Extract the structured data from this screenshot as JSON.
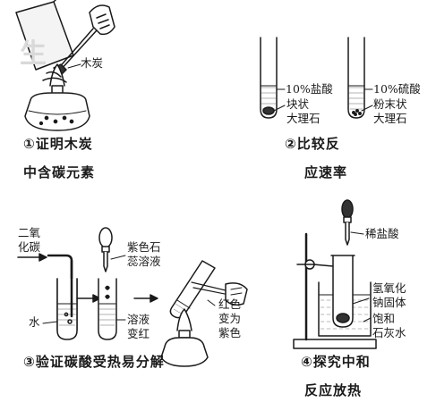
{
  "panels": [
    {
      "caption_line1": "①证明木炭",
      "caption_line2": "中含碳元素",
      "labels": {
        "charcoal": "木炭"
      }
    },
    {
      "caption_line1": "②比较反",
      "caption_line2": "应速率",
      "labels": {
        "acid_left": "10%盐酸",
        "solid_left_1": "块状",
        "solid_left_2": "大理石",
        "acid_right": "10%硫酸",
        "solid_right_1": "粉末状",
        "solid_right_2": "大理石"
      }
    },
    {
      "caption_line1": "③验证碳酸受热易分解",
      "labels": {
        "gas_1": "二氧",
        "gas_2": "化碳",
        "water": "水",
        "reagent_1": "紫色石",
        "reagent_2": "蕊溶液",
        "result_1": "溶液",
        "result_2": "变红",
        "heat_result_1": "红色",
        "heat_result_2": "变为",
        "heat_result_3": "紫色"
      }
    },
    {
      "caption_line1": "④探究中和",
      "caption_line2": "反应放热",
      "labels": {
        "acid": "稀盐酸",
        "solid_1": "氢氧化",
        "solid_2": "钠固体",
        "solution_1": "饱和",
        "solution_2": "石灰水"
      }
    }
  ]
}
